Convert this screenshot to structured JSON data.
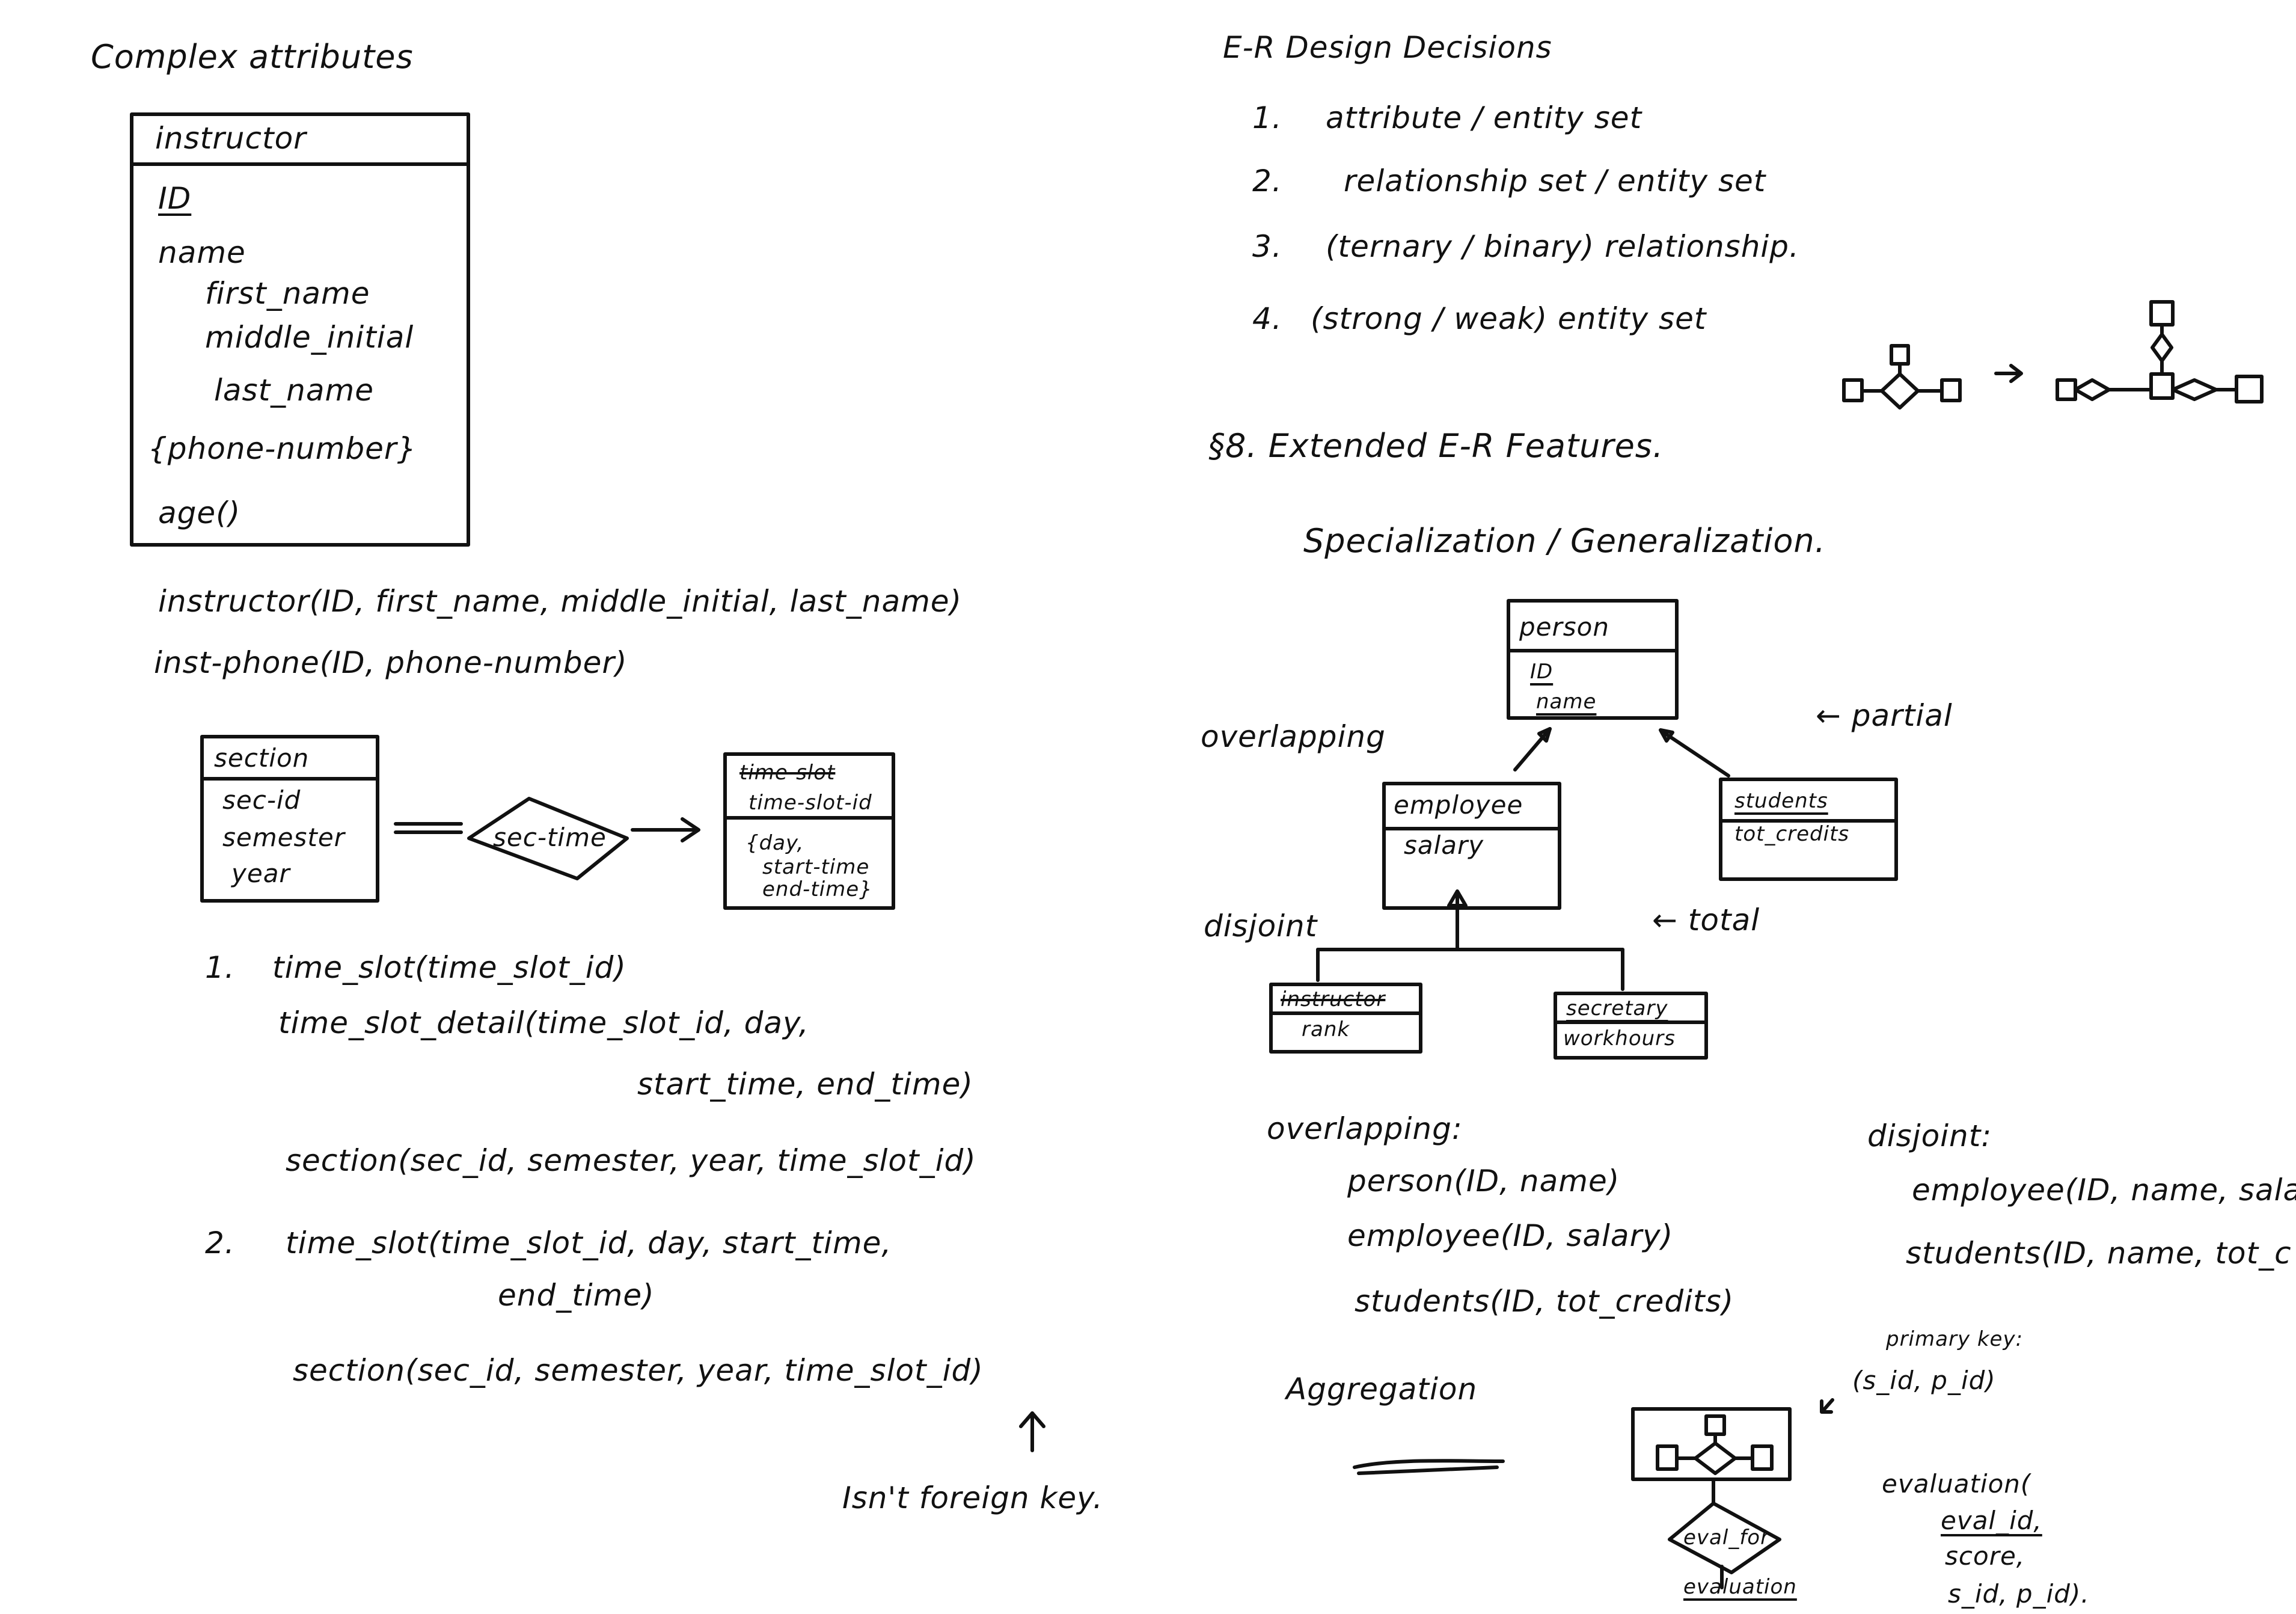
{
  "left": {
    "heading": "Complex attributes",
    "instructor_box": {
      "title": "instructor",
      "attributes": [
        "ID",
        "name",
        "first_name",
        "middle_initial",
        "last_name",
        "{phone-number}",
        "age()"
      ]
    },
    "schemas": [
      "instructor(ID, first_name, middle_initial, last_name)",
      "inst-phone(ID, phone-number)"
    ],
    "section_box": {
      "title": "section",
      "attributes": [
        "sec-id",
        "semester",
        "year"
      ]
    },
    "relationship": "sec-time",
    "time_slot_box": {
      "title": "time-slot",
      "attributes": [
        "time-slot-id",
        "{day,",
        "start-time",
        "end-time}"
      ]
    },
    "option1": {
      "number": "1.",
      "lines": [
        "time_slot(time_slot_id)",
        "time_slot_detail(time_slot_id, day,",
        "start_time, end_time)",
        "section(sec_id, semester, year, time_slot_id)"
      ]
    },
    "option2": {
      "number": "2.",
      "lines": [
        "time_slot(time_slot_id, day, start_time,",
        "end_time)",
        "section(sec_id, semester, year, time_slot_id)"
      ]
    },
    "note": "Isn't foreign key."
  },
  "right": {
    "heading": "E-R Design Decisions",
    "decisions": [
      {
        "number": "1.",
        "text": "attribute / entity set"
      },
      {
        "number": "2.",
        "text": "relationship set / entity set"
      },
      {
        "number": "3.",
        "text": "(ternary / binary) relationship."
      },
      {
        "number": "4.",
        "text": "(strong / weak) entity set"
      }
    ],
    "section_heading": "§8. Extended E-R Features.",
    "subheading": "Specialization / Generalization.",
    "person_box": {
      "title": "person",
      "attributes": [
        "ID",
        "name"
      ]
    },
    "employee_box": {
      "title": "employee",
      "attributes": [
        "salary"
      ]
    },
    "students_box": {
      "title": "students",
      "attributes": [
        "tot_credits"
      ]
    },
    "instructor_box": {
      "title": "instructor",
      "attributes": [
        "rank"
      ]
    },
    "secretary_box": {
      "title": "secretary",
      "attributes": [
        "workhours"
      ]
    },
    "labels": {
      "overlapping": "overlapping",
      "partial": "← partial",
      "disjoint": "disjoint",
      "total": "← total"
    },
    "overlapping_schemas": {
      "title": "overlapping:",
      "lines": [
        "person(ID, name)",
        "employee(ID, salary)",
        "students(ID, tot_credits)"
      ]
    },
    "disjoint_schemas": {
      "title": "disjoint:",
      "lines": [
        "employee(ID, name, sala",
        "students(ID, name, tot_c"
      ]
    },
    "aggregation": {
      "title": "Aggregation",
      "primary_key_label": "primary key:",
      "primary_key": "(s_id, p_id)",
      "relationship": "eval_for",
      "entity": "evaluation",
      "schema_lines": [
        "evaluation(",
        "eval_id,",
        "score,",
        "s_id, p_id)."
      ]
    }
  }
}
